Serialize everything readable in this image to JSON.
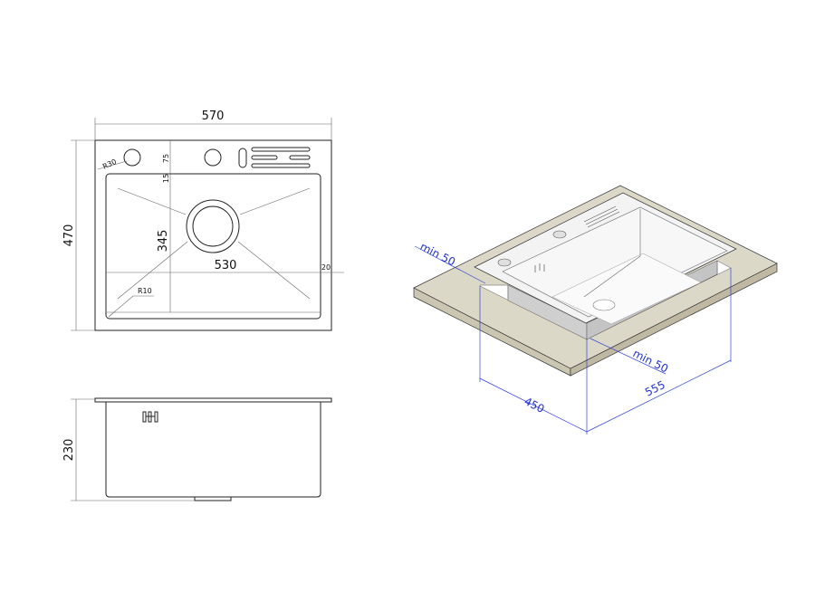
{
  "top_view": {
    "width_label": "570",
    "height_label": "470",
    "basin_width_label": "530",
    "basin_depth_label": "345",
    "margin_label": "20",
    "offset_75_label": "75",
    "offset_15_label": "15",
    "radius_30_label": "R30",
    "radius_10_label": "R10"
  },
  "side_view": {
    "depth_label": "230"
  },
  "iso_view": {
    "min_left_label": "min 50",
    "min_right_label": "min 50",
    "cutout_depth_label": "450",
    "cutout_width_label": "555",
    "colors": {
      "countertop": "#dcd8c8",
      "dimension": "#2233cc",
      "basin_side": "#cfcfcf"
    }
  }
}
